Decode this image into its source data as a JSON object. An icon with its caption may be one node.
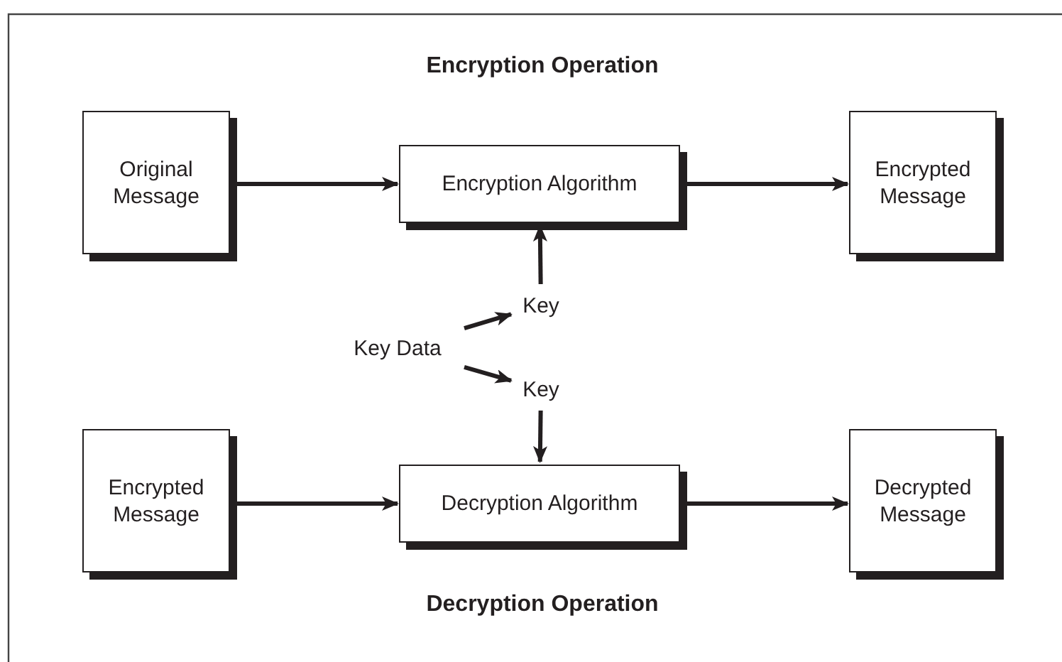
{
  "diagram": {
    "nodes": [
      {
        "text": [
          "Original Message"
        ]
      },
      {
        "text": [
          "Encryption Algorithm"
        ]
      },
      {
        "text": [
          "Encrypted Message"
        ]
      },
      {
        "text": [
          "Key"
        ]
      },
      {
        "text": [
          "Key Data"
        ]
      },
      {
        "text": [
          "Key"
        ]
      },
      {
        "text": [
          "Encrypted Message"
        ]
      },
      {
        "text": [
          "Decryption Algorithm"
        ]
      },
      {
        "text": [
          "Decrypted Message"
        ]
      }
    ],
    "edges": [
      {
        "from": 0,
        "to": 1,
        "arrow": "to"
      },
      {
        "from": 1,
        "to": 2,
        "arrow": "to"
      },
      {
        "from": 4,
        "to": 3,
        "arrow": "to"
      },
      {
        "from": 3,
        "to": 1,
        "arrow": "to"
      },
      {
        "from": 4,
        "to": 5,
        "arrow": "to"
      },
      {
        "from": 5,
        "to": 7,
        "arrow": "to"
      },
      {
        "from": 6,
        "to": 7,
        "arrow": "to"
      },
      {
        "from": 7,
        "to": 8,
        "arrow": "to"
      }
    ],
    "labels": [
      "Encryption Operation",
      "Decryption Operation"
    ]
  }
}
